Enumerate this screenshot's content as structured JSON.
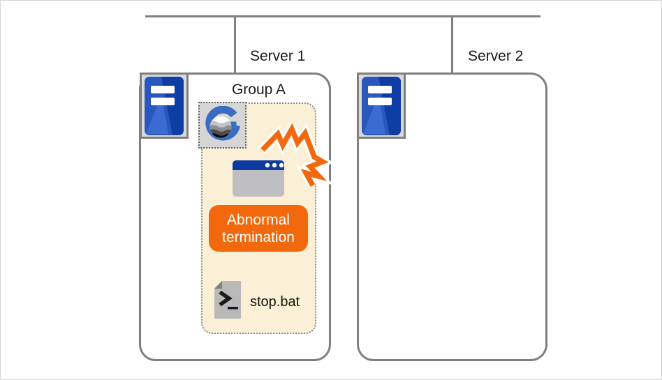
{
  "servers": [
    {
      "label": "Server 1"
    },
    {
      "label": "Server 2"
    }
  ],
  "group": {
    "label": "Group A",
    "status": "Abnormal termination",
    "script": "stop.bat"
  },
  "icons": {
    "server": "server-icon",
    "app_logo": "g-app-logo-icon",
    "window": "app-window-icon",
    "crash": "crash-burst-icon",
    "batch_file": "batch-file-icon"
  },
  "colors": {
    "line_gray": "#808080",
    "box_border_gray": "#7f7f7f",
    "group_fill_cream": "#fbf0d5",
    "accent_orange": "#f2690d",
    "server_icon_blue": "#2a57be",
    "server_icon_dark_blue": "#0f3da6",
    "window_titlebar_blue": "#0d3a9e",
    "window_body_gray": "#bfbfc3",
    "logo_blue": "#3a6cc3"
  }
}
